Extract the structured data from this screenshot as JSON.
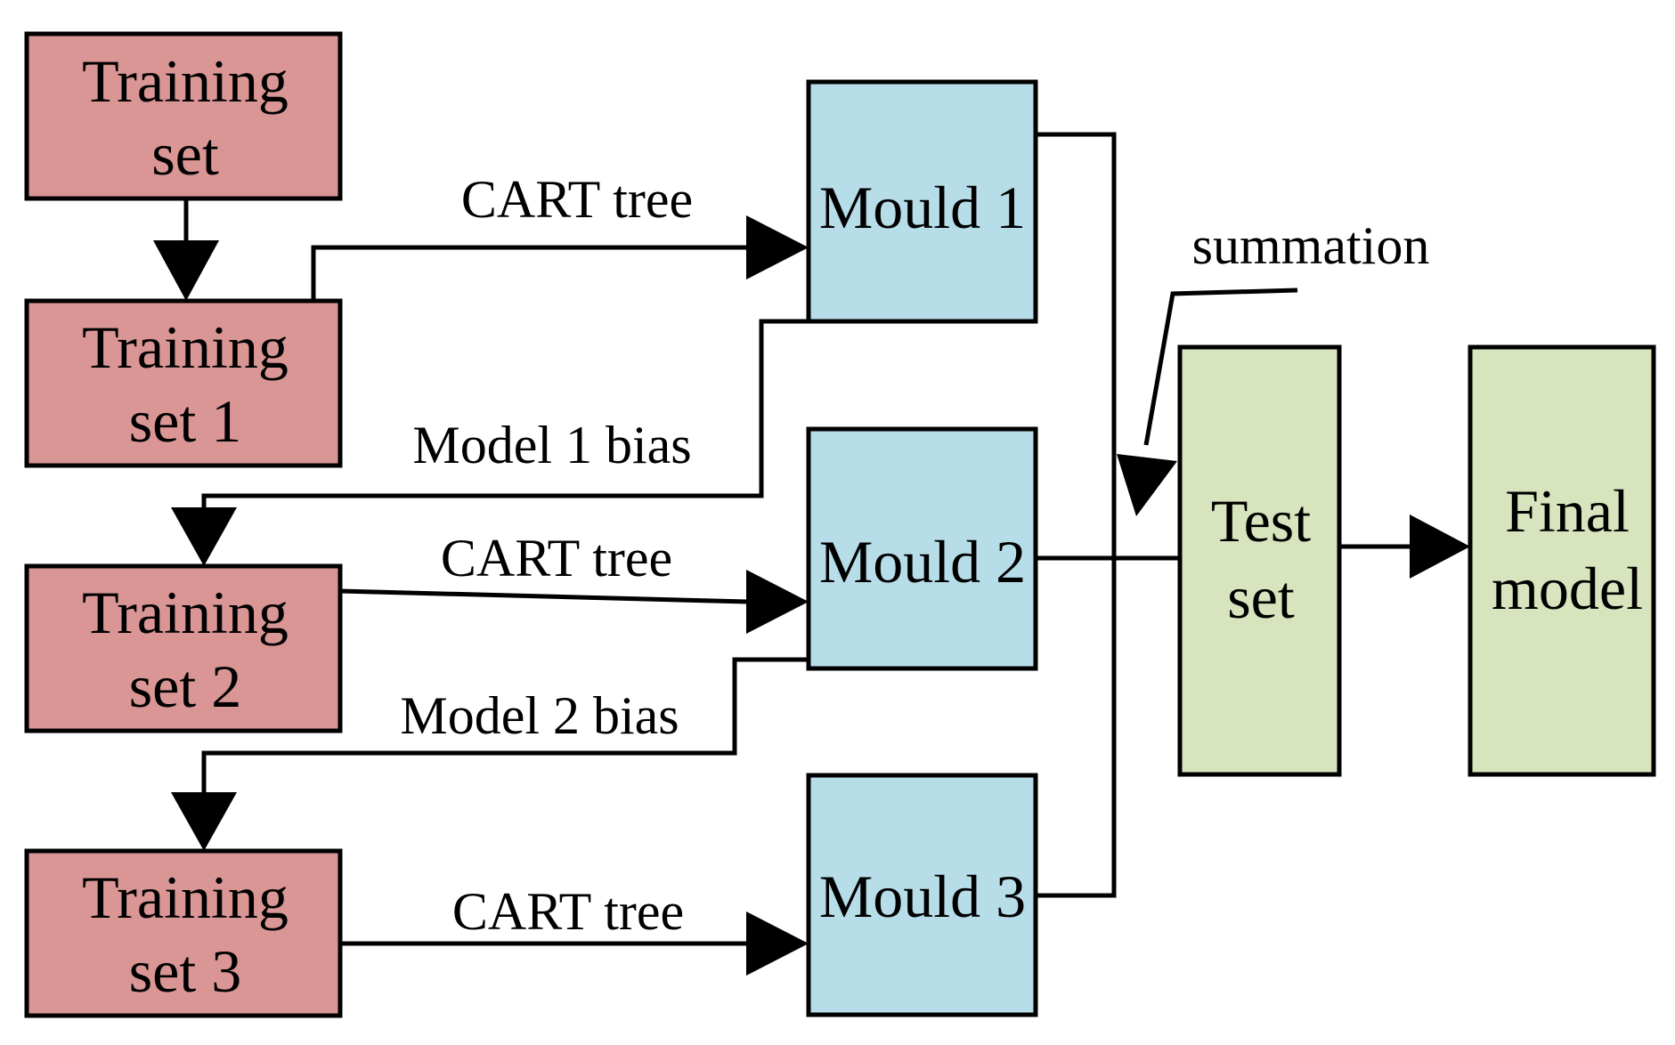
{
  "colors": {
    "training": "#d99694",
    "mould": "#b7dde8",
    "test": "#d7e4bd",
    "stroke": "#000000"
  },
  "nodes": {
    "training_set": {
      "line1": "Training",
      "line2": "set"
    },
    "training_set_1": {
      "line1": "Training",
      "line2": "set 1"
    },
    "training_set_2": {
      "line1": "Training",
      "line2": "set 2"
    },
    "training_set_3": {
      "line1": "Training",
      "line2": "set 3"
    },
    "mould_1": {
      "label": "Mould 1"
    },
    "mould_2": {
      "label": "Mould 2"
    },
    "mould_3": {
      "label": "Mould 3"
    },
    "test_set": {
      "line1": "Test",
      "line2": "set"
    },
    "final_model": {
      "line1": "Final",
      "line2": "model"
    }
  },
  "edges": {
    "cart_tree_1": "CART tree",
    "cart_tree_2": "CART tree",
    "cart_tree_3": "CART tree",
    "model_1_bias": "Model 1 bias",
    "model_2_bias": "Model 2 bias",
    "summation": "summation"
  }
}
